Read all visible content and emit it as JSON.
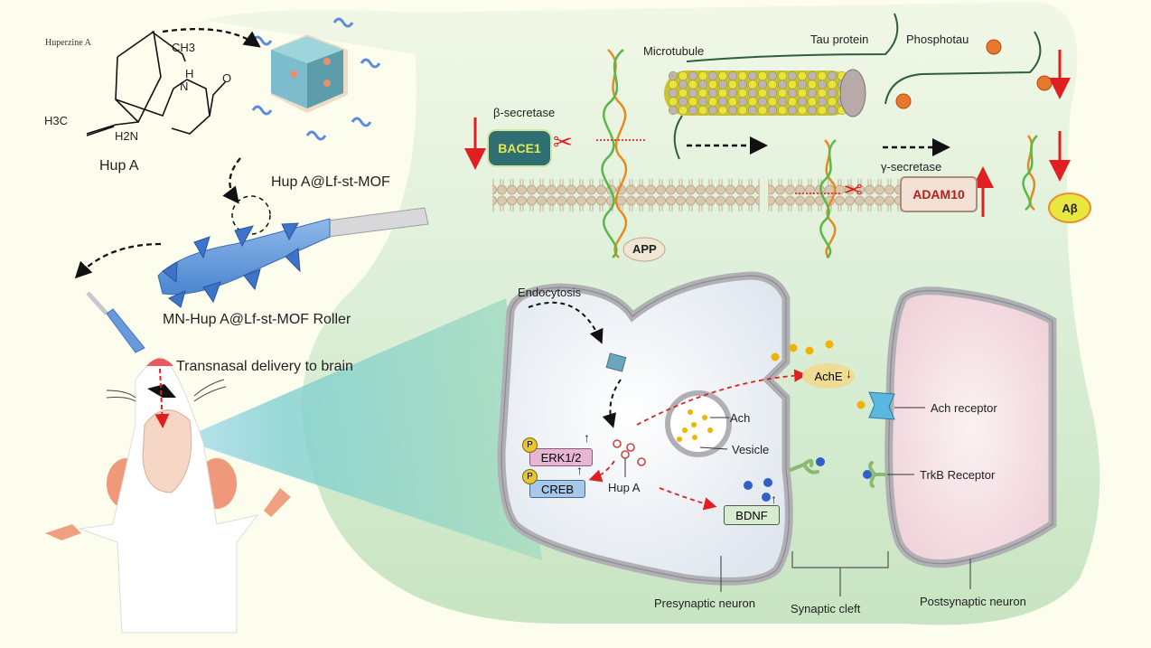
{
  "title": "Transnasal delivery of Hup A via microneedle roller for Alzheimer's treatment",
  "colors": {
    "background": "#fdfdee",
    "green_region": "#cfe8c8",
    "teal_beam": "#7fd0cc",
    "neuron_fill": "#f2f4f6",
    "postsynaptic_fill": "#f6e1e5",
    "membrane": "#c8b49a",
    "red_arrow": "#e02020",
    "mn_blue": "#3f79c8",
    "bace1_box": "#2f6f73",
    "bace1_text": "#e8e84a",
    "adam10_box": "#f2e1d4",
    "adam10_text": "#b0201f",
    "abeta_fill": "#e8e640",
    "erk_fill": "#e7b6d4",
    "creb_fill": "#a6c8ea",
    "bdnf_fill": "#d8ecd0",
    "ache_fill": "#efdc94",
    "ach_dot": "#f0b400",
    "bdnf_dot": "#2f5fc8",
    "receptor_blue": "#4fb3dd",
    "trkb_green": "#8cb870",
    "p_badge": "#e8c830"
  },
  "left_panel": {
    "structure_caption": "Huperzine A",
    "structure_labels": {
      "ch3": "CH3",
      "h3c": "H3C",
      "nh_h": "H",
      "nh_n": "N",
      "carbonyl_o": "O",
      "h2n": "H2N"
    },
    "hup_a_label": "Hup A",
    "mof_label": "Hup A@Lf-st-MOF",
    "roller_label": "MN-Hup A@Lf-st-MOF Roller",
    "delivery_label": "Transnasal delivery to brain"
  },
  "top_panel": {
    "beta_secretase_label": "β-secretase",
    "bace1_label": "BACE1",
    "bace1_trend": "down",
    "microtubule_label": "Microtubule",
    "tau_label": "Tau protein",
    "phosphotau_label": "Phosphotau",
    "phosphotau_trend": "down",
    "app_label": "APP",
    "gamma_secretase_label": "γ-secretase",
    "adam10_label": "ADAM10",
    "adam10_trend": "up",
    "abeta_label": "Aβ",
    "abeta_trend": "down"
  },
  "synapse_panel": {
    "endocytosis_label": "Endocytosis",
    "ach_label": "Ach",
    "vesicle_label": "Vesicle",
    "hup_a_label": "Hup A",
    "erk_label": "ERK1/2",
    "erk_trend": "up",
    "creb_label": "CREB",
    "creb_trend": "up",
    "phospho_badge": "P",
    "bdnf_label": "BDNF",
    "bdnf_trend": "up",
    "ache_label": "AchE",
    "ache_trend": "down",
    "ach_receptor_label": "Ach receptor",
    "trkb_label": "TrkB Receptor",
    "presynaptic_label": "Presynaptic neuron",
    "cleft_label": "Synaptic cleft",
    "postsynaptic_label": "Postsynaptic neuron"
  }
}
